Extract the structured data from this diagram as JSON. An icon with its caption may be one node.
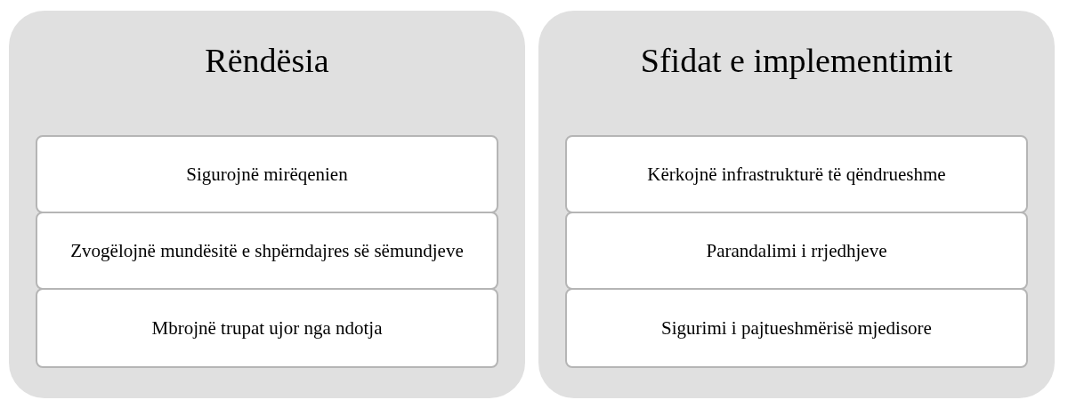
{
  "diagram": {
    "nodes": [
      {
        "text": [
          "Rëndësia"
        ]
      },
      {
        "text": [
          "Sigurojnë mirëqenien"
        ],
        "in": 0
      },
      {
        "text": [
          "Zvogëlojnë mundësitë e shpërndajres së sëmundjeve"
        ],
        "in": 0
      },
      {
        "text": [
          "Mbrojnë trupat ujor nga ndotja"
        ],
        "in": 0
      },
      {
        "text": [
          "Sfidat e implementimit"
        ]
      },
      {
        "text": [
          "Kërkojnë infrastrukturë të qëndrueshme"
        ],
        "in": 4
      },
      {
        "text": [
          "Parandalimi i rrjedhjeve"
        ],
        "in": 4
      },
      {
        "text": [
          "Sigurimi i pajtueshmërisë mjedisore"
        ],
        "in": 4
      }
    ]
  }
}
